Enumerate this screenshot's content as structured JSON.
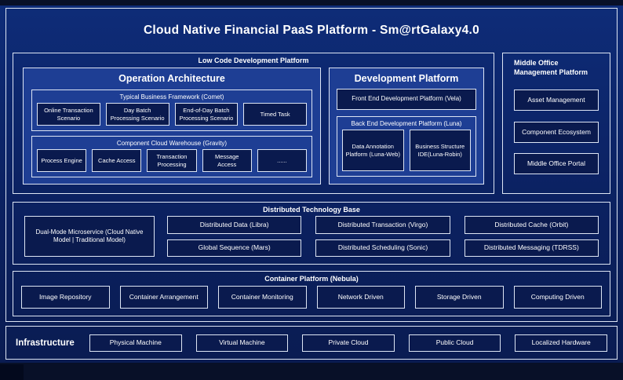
{
  "title": "Cloud Native Financial PaaS Platform - Sm@rtGalaxy4.0",
  "palette": {
    "background_top": "#081028",
    "canvas_blue": "#0b2161",
    "panel_blue": "#1e3e94",
    "box_navy": "#0a1a4e",
    "border_white": "#dde5f4",
    "text": "#ffffff"
  },
  "low_code": {
    "label": "Low Code Development Platform",
    "operation": {
      "title": "Operation Architecture",
      "comet": {
        "title": "Typical Business Framework (Comet)",
        "items": [
          "Online Transaction Scenario",
          "Day Batch Processing Scenario",
          "End-of-Day Batch Processing Scenario",
          "Timed Task"
        ]
      },
      "gravity": {
        "title": "Component Cloud Warehouse (Gravity)",
        "items": [
          "Process Engine",
          "Cache Access",
          "Transaction Processing",
          "Message Access",
          "......"
        ]
      }
    },
    "development": {
      "title": "Development Platform",
      "front_end": "Front End Development Platform (Vela)",
      "back_end": {
        "title": "Back End Development Platform (Luna)",
        "items": [
          "Data Annotation Platform (Luna-Web)",
          "Business Structure IDE(Luna-Robin)"
        ]
      }
    }
  },
  "middle_office": {
    "label": "Middle Office Management Platform",
    "items": [
      "Asset Management",
      "Component Ecosystem",
      "Middle Office Portal"
    ]
  },
  "distributed": {
    "label": "Distributed Technology Base",
    "microservice": "Dual-Mode Microservice (Cloud Native Model | Traditional Model)",
    "items": [
      "Distributed Data (Libra)",
      "Distributed Transaction (Virgo)",
      "Distributed Cache (Orbit)",
      "Global Sequence (Mars)",
      "Distributed Scheduling (Sonic)",
      "Distributed Messaging (TDRSS)"
    ]
  },
  "container_platform": {
    "label": "Container Platform (Nebula)",
    "items": [
      "Image Repository",
      "Container Arrangement",
      "Container Monitoring",
      "Network Driven",
      "Storage Driven",
      "Computing Driven"
    ]
  },
  "infrastructure": {
    "label": "Infrastructure",
    "items": [
      "Physical Machine",
      "Virtual Machine",
      "Private Cloud",
      "Public Cloud",
      "Localized Hardware"
    ]
  }
}
